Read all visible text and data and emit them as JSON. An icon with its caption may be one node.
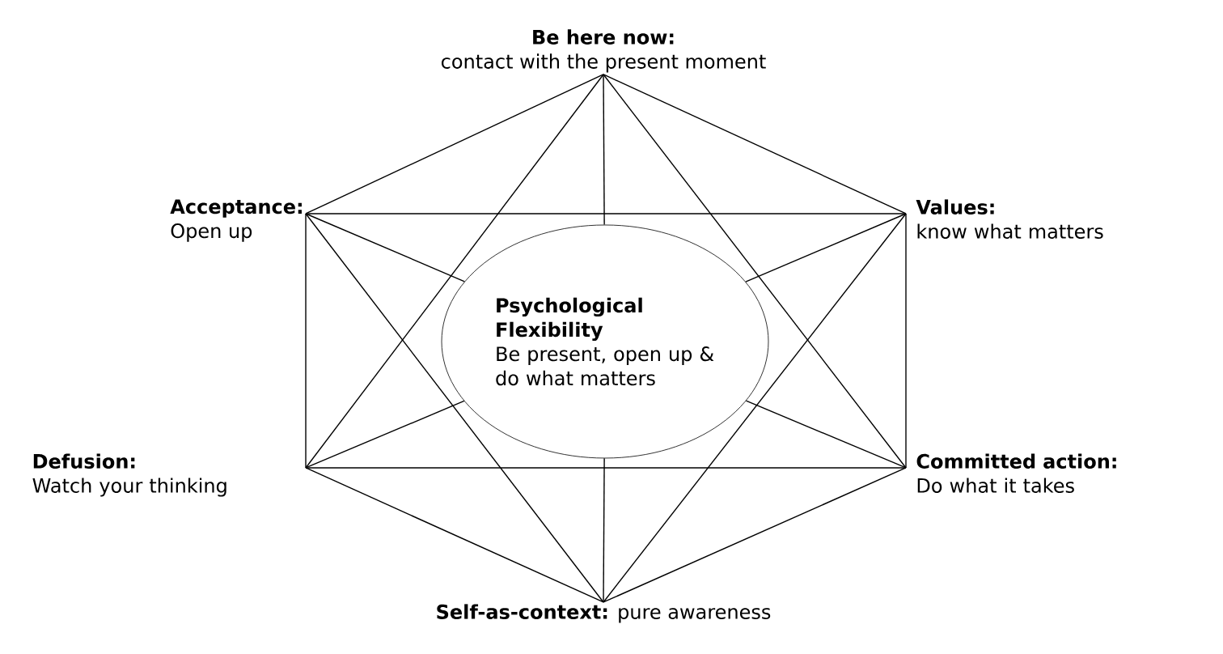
{
  "diagram": {
    "nodes": [
      {
        "text": [
          "Be here now:",
          "contact with the present moment"
        ]
      },
      {
        "text": [
          "Acceptance:",
          "Open up"
        ]
      },
      {
        "text": [
          "Values:",
          "know what matters"
        ]
      },
      {
        "text": [
          "Defusion:",
          "Watch your thinking"
        ]
      },
      {
        "text": [
          "Committed action:",
          "Do what it takes"
        ]
      },
      {
        "text": [
          "Self-as-context:",
          "pure awareness"
        ]
      },
      {
        "text": [
          "Psychological Flexibility",
          "Be present, open up & do what matters"
        ]
      }
    ],
    "edges": [
      {
        "from": 0,
        "to": 1,
        "arrow": "none"
      },
      {
        "from": 0,
        "to": 2,
        "arrow": "none"
      },
      {
        "from": 1,
        "to": 3,
        "arrow": "none"
      },
      {
        "from": 2,
        "to": 4,
        "arrow": "none"
      },
      {
        "from": 3,
        "to": 5,
        "arrow": "none"
      },
      {
        "from": 4,
        "to": 5,
        "arrow": "none"
      },
      {
        "from": 1,
        "to": 2,
        "arrow": "none"
      },
      {
        "from": 3,
        "to": 4,
        "arrow": "none"
      },
      {
        "from": 0,
        "to": 3,
        "arrow": "none"
      },
      {
        "from": 0,
        "to": 4,
        "arrow": "none"
      },
      {
        "from": 1,
        "to": 5,
        "arrow": "none"
      },
      {
        "from": 2,
        "to": 5,
        "arrow": "none"
      },
      {
        "from": 0,
        "to": 6,
        "arrow": "none"
      },
      {
        "from": 1,
        "to": 6,
        "arrow": "none"
      },
      {
        "from": 2,
        "to": 6,
        "arrow": "none"
      },
      {
        "from": 3,
        "to": 6,
        "arrow": "none"
      },
      {
        "from": 4,
        "to": 6,
        "arrow": "none"
      },
      {
        "from": 5,
        "to": 6,
        "arrow": "none"
      }
    ]
  }
}
